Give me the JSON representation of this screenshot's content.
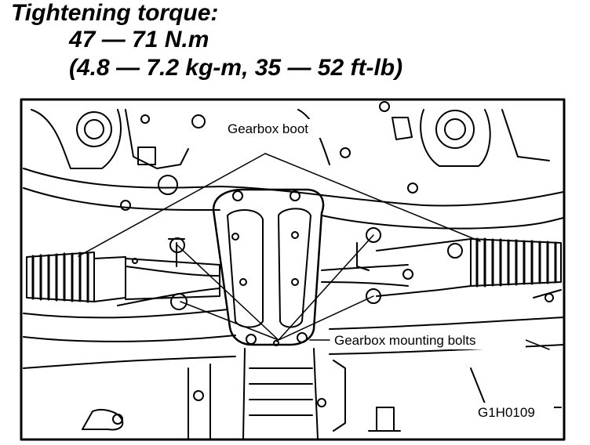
{
  "spec": {
    "heading": "Tightening torque:",
    "value_nm": "47 — 71 N.m",
    "value_alt": "(4.8 — 7.2 kg-m, 35 — 52 ft-lb)"
  },
  "figure": {
    "label_boot": "Gearbox boot",
    "label_bolts": "Gearbox mounting bolts",
    "figure_code": "G1H0109"
  }
}
